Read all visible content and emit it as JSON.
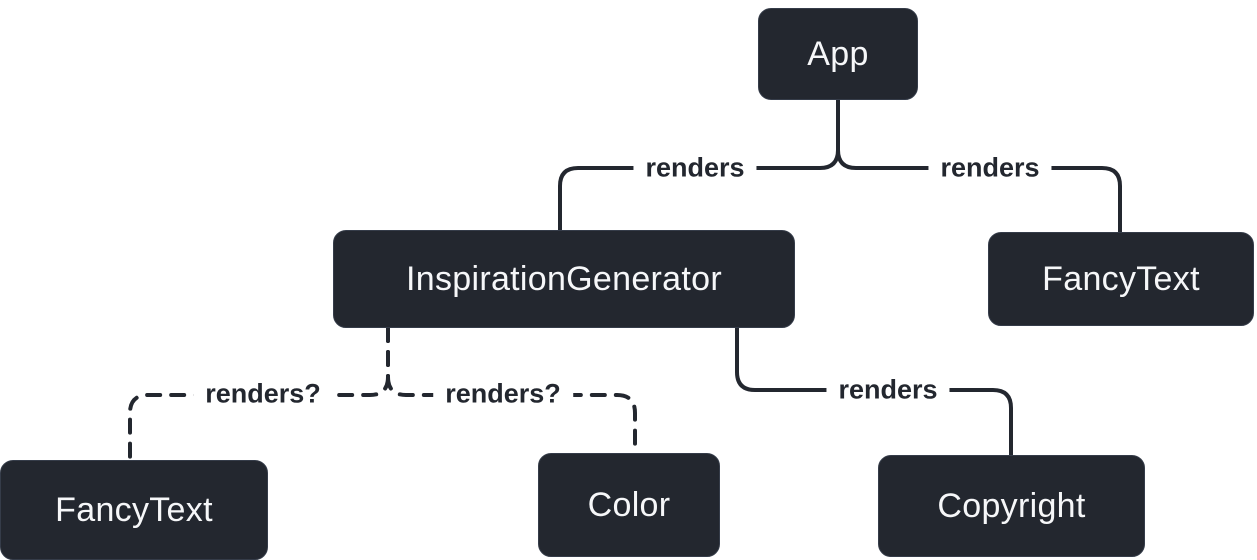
{
  "diagram": {
    "nodes": [
      {
        "id": "app",
        "label": "App"
      },
      {
        "id": "inspiration-generator",
        "label": "InspirationGenerator"
      },
      {
        "id": "fancy-text-top",
        "label": "FancyText"
      },
      {
        "id": "fancy-text-bottom",
        "label": "FancyText"
      },
      {
        "id": "color",
        "label": "Color"
      },
      {
        "id": "copyright",
        "label": "Copyright"
      }
    ],
    "edges": [
      {
        "from": "app",
        "to": "inspiration-generator",
        "label": "renders",
        "style": "solid"
      },
      {
        "from": "app",
        "to": "fancy-text-top",
        "label": "renders",
        "style": "solid"
      },
      {
        "from": "inspiration-generator",
        "to": "fancy-text-bottom",
        "label": "renders?",
        "style": "dashed"
      },
      {
        "from": "inspiration-generator",
        "to": "color",
        "label": "renders?",
        "style": "dashed"
      },
      {
        "from": "inspiration-generator",
        "to": "copyright",
        "label": "renders",
        "style": "solid"
      }
    ],
    "colors": {
      "node_fill": "#23272f",
      "node_text": "#f6f7f9",
      "line": "#23272f",
      "edge_label_text": "#23272f",
      "background": "#ffffff"
    }
  }
}
